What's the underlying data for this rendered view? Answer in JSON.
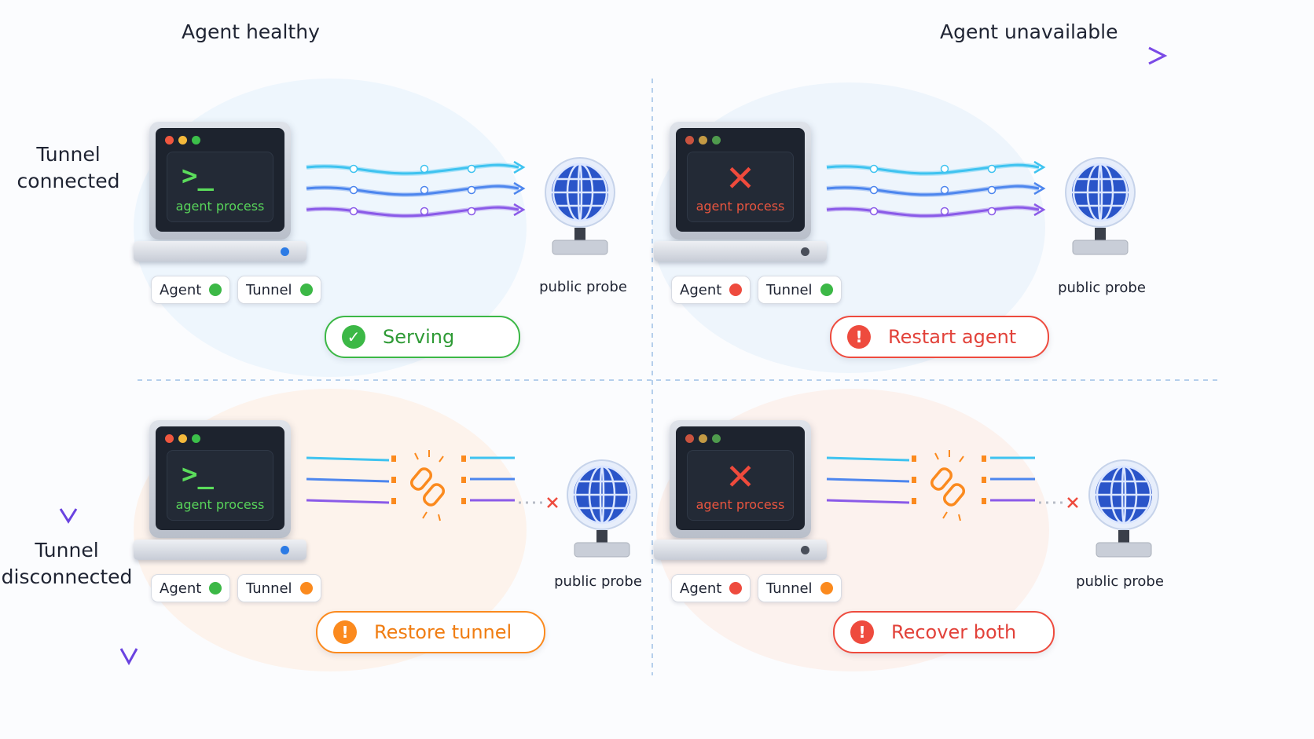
{
  "x_axis": {
    "left_label": "Agent healthy",
    "right_label": "Agent unavailable"
  },
  "y_axis": {
    "top_label": "Tunnel\nconnected",
    "bottom_label": "Tunnel\ndisconnected"
  },
  "quadrants": [
    {
      "process_label": "agent process",
      "agent_state": "ok",
      "agent_pill": "Agent",
      "tunnel_pill": "Tunnel",
      "tunnel_state": "ok",
      "probe_label": "public probe",
      "status": "Serving",
      "status_icon": "check-icon"
    },
    {
      "process_label": "agent process",
      "agent_state": "down",
      "agent_pill": "Agent",
      "tunnel_pill": "Tunnel",
      "tunnel_state": "ok",
      "probe_label": "public probe",
      "status": "Restart agent",
      "status_icon": "alert-icon"
    },
    {
      "process_label": "agent process",
      "agent_state": "ok",
      "agent_pill": "Agent",
      "tunnel_pill": "Tunnel",
      "tunnel_state": "broken",
      "probe_label": "public probe",
      "status": "Restore tunnel",
      "status_icon": "alert-icon"
    },
    {
      "process_label": "agent process",
      "agent_state": "down",
      "agent_pill": "Agent",
      "tunnel_pill": "Tunnel",
      "tunnel_state": "broken",
      "probe_label": "public probe",
      "status": "Recover both",
      "status_icon": "alert-icon"
    }
  ],
  "colors": {
    "green": "#3cb846",
    "red": "#ee4b3e",
    "orange": "#fb8a1e",
    "axis_start": "#22a7e0",
    "axis_end": "#7a4ae6",
    "globe": "#2a55c9"
  }
}
